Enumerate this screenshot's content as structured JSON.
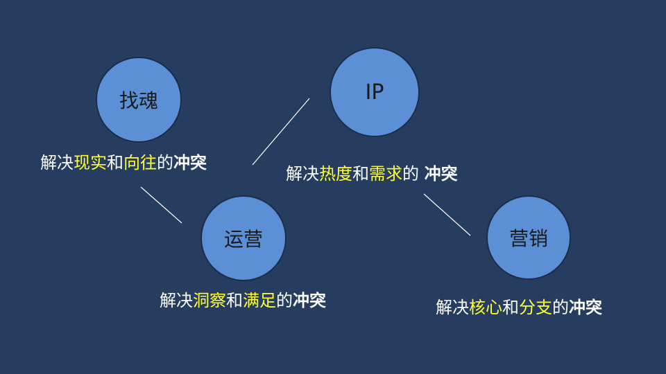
{
  "colors": {
    "background": "#263d5f",
    "node_fill": "#5b8fd6",
    "highlight": "#ffff33",
    "text": "#ffffff"
  },
  "nodes": {
    "soul": {
      "label": "找魂"
    },
    "ip": {
      "label": "IP"
    },
    "ops": {
      "label": "运营"
    },
    "marketing": {
      "label": "营销"
    }
  },
  "captions": {
    "soul": {
      "prefix": "解决",
      "a": "现实",
      "join": "和",
      "b": "向往",
      "de": "的",
      "conflict": "冲突"
    },
    "ip": {
      "prefix": "解决",
      "a": "热度",
      "join": "和",
      "b": "需求",
      "de": "的 ",
      "conflict": "冲突"
    },
    "ops": {
      "prefix": "解决",
      "a": "洞察",
      "join": "和",
      "b": "满足",
      "de": "的",
      "conflict": "冲突"
    },
    "marketing": {
      "prefix": "解决",
      "a": "核心",
      "join": "和",
      "b": "分支",
      "de": "的",
      "conflict": "冲突"
    }
  }
}
